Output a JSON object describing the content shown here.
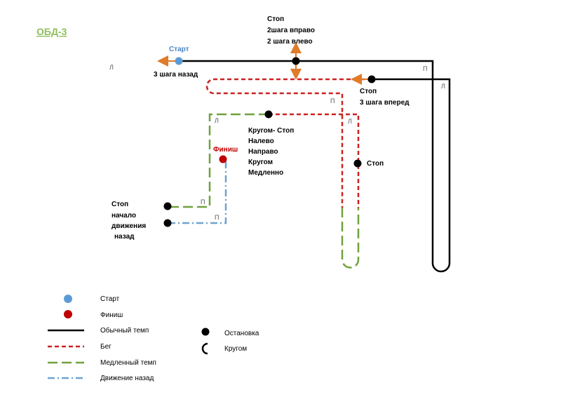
{
  "title": "ОБД-3",
  "colors": {
    "normal": "#000000",
    "run": "#cc2222",
    "slow": "#6fa23c",
    "backward": "#6ea3d0",
    "start": "#5b9bd5",
    "finish": "#c00000",
    "arrow": "#e07b28",
    "title": "#8fbf5a"
  },
  "labels": {
    "start": "Старт",
    "back3": "3 шага назад",
    "stop_top": [
      "Стоп",
      "2шага вправо",
      "2 шага влево"
    ],
    "stop_right": [
      "Стоп",
      "3 шага вперед"
    ],
    "turns": [
      "Кругом- Стоп",
      "Налево",
      "Направо",
      "Кругом",
      "Медленно"
    ],
    "finish": "Финиш",
    "stop_mid": "Стоп",
    "stop_left": [
      "Стоп",
      "начало",
      "движения",
      "назад"
    ]
  },
  "turn_marks": {
    "left": "Л",
    "right": "П"
  },
  "legend": {
    "start": "Старт",
    "finish": "Финиш",
    "normal": "Обычный темп",
    "run": "Бег",
    "slow": "Медленный темп",
    "backward": "Движение назад",
    "stop": "Остановка",
    "turnaround": "Кругом"
  }
}
